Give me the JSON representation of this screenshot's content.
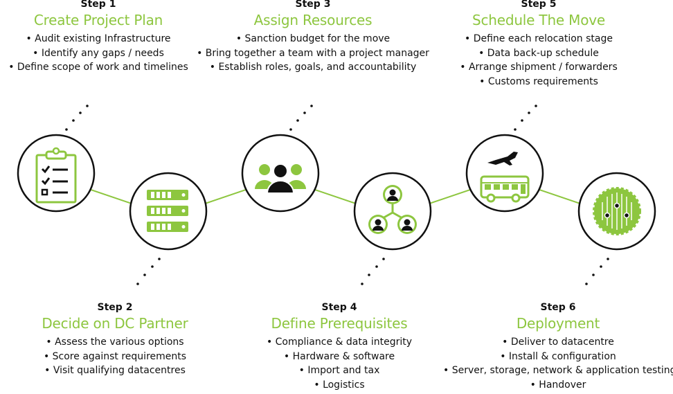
{
  "steps": [
    {
      "label": "Step 1",
      "title": "Create Project Plan",
      "bullets": [
        "• Audit existing Infrastructure",
        "• Identify any gaps / needs",
        "• Define scope of work and timelines"
      ]
    },
    {
      "label": "Step 2",
      "title": "Decide on DC Partner",
      "bullets": [
        "• Assess the various options",
        "• Score against requirements",
        "• Visit qualifying datacentres"
      ]
    },
    {
      "label": "Step 3",
      "title": "Assign Resources",
      "bullets": [
        "• Sanction budget for the move",
        "• Bring together a team with a project manager",
        "• Establish roles, goals, and accountability"
      ]
    },
    {
      "label": "Step 4",
      "title": "Define Prerequisites",
      "bullets": [
        "• Compliance & data integrity",
        "• Hardware & software",
        "• Import and tax",
        "• Logistics"
      ]
    },
    {
      "label": "Step 5",
      "title": "Schedule The Move",
      "bullets": [
        "• Define each relocation stage",
        "• Data back-up schedule",
        "• Arrange shipment / forwarders",
        "• Customs requirements"
      ]
    },
    {
      "label": "Step 6",
      "title": "Deployment",
      "bullets": [
        "• Deliver to datacentre",
        "• Install & configuration",
        "• Server, storage, network & application testing",
        "• Handover"
      ]
    }
  ],
  "icons": [
    "clipboard-checklist-icon",
    "server-stack-icon",
    "team-group-icon",
    "hierarchy-people-icon",
    "plane-bus-icon",
    "circuit-gear-icon"
  ],
  "colors": {
    "accent": "#8dc63f",
    "dark": "#111111",
    "line": "#8dc63f"
  }
}
